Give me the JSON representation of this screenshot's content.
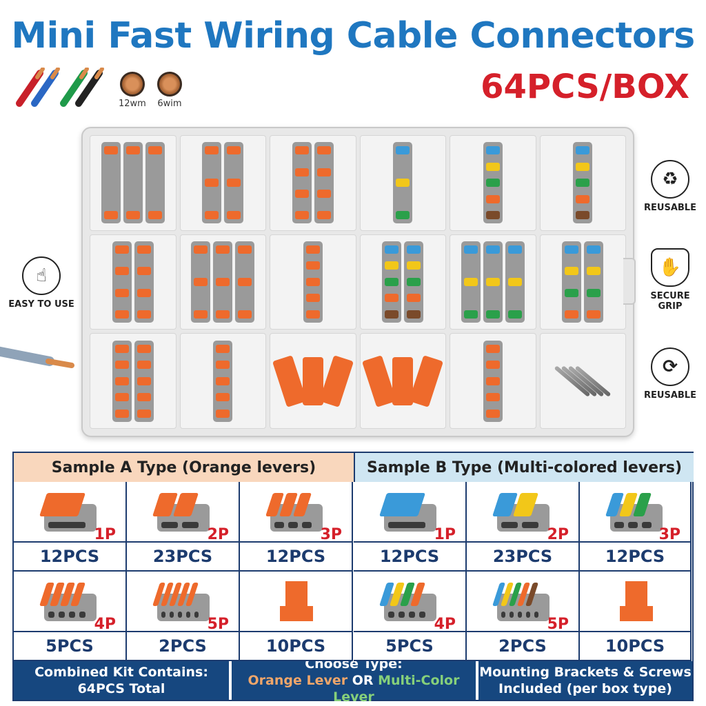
{
  "title": "Mini Fast Wiring Cable Connectors",
  "subtitle": "64PCS/BOX",
  "gauges": [
    {
      "label": "12wm"
    },
    {
      "label": "6wim"
    }
  ],
  "side_features": {
    "left": {
      "label": "EASY TO USE",
      "icon": "hand-pointer-icon"
    },
    "right": [
      {
        "label": "REUSABLE",
        "icon": "recycle-icon"
      },
      {
        "label": "SECURE GRIP",
        "icon": "shield-hand-icon"
      },
      {
        "label": "REUSABLE",
        "icon": "refresh-icon"
      }
    ]
  },
  "colors": {
    "title": "#1f77c0",
    "subtitle": "#d5202a",
    "orange_lever": "#ee6a2c",
    "connector_body": "#9a9a9a",
    "table_border": "#1c3b6e",
    "footer_bg": "#16477f"
  },
  "table": {
    "header_a": "Sample A Type (Orange levers)",
    "header_b": "Sample B Type (Multi-colored levers)",
    "row1": [
      {
        "label": "1P",
        "qty": "12PCS",
        "type": "orange"
      },
      {
        "label": "2P",
        "qty": "23PCS",
        "type": "orange"
      },
      {
        "label": "3P",
        "qty": "12PCS",
        "type": "orange"
      },
      {
        "label": "1P",
        "qty": "12PCS",
        "type": "multi"
      },
      {
        "label": "2P",
        "qty": "23PCS",
        "type": "multi"
      },
      {
        "label": "3P",
        "qty": "12PCS",
        "type": "multi"
      }
    ],
    "row2": [
      {
        "label": "4P",
        "qty": "5PCS",
        "type": "orange"
      },
      {
        "label": "5P",
        "qty": "2PCS",
        "type": "orange"
      },
      {
        "label": "",
        "qty": "10PCS",
        "type": "bracket"
      },
      {
        "label": "4P",
        "qty": "5PCS",
        "type": "multi"
      },
      {
        "label": "5P",
        "qty": "2PCS",
        "type": "multi"
      },
      {
        "label": "",
        "qty": "10PCS",
        "type": "bracket"
      }
    ],
    "footer": {
      "kit_line1": "Combined Kit Contains:",
      "kit_line2": "64PCS Total",
      "choose_line1": "Choose Type:",
      "choose_orange": "Orange Lever",
      "choose_or": " OR ",
      "choose_multi": "Multi-Color Lever",
      "mount_line1": "Mounting Brackets & Screws",
      "mount_line2": "Included (per box type)"
    }
  }
}
